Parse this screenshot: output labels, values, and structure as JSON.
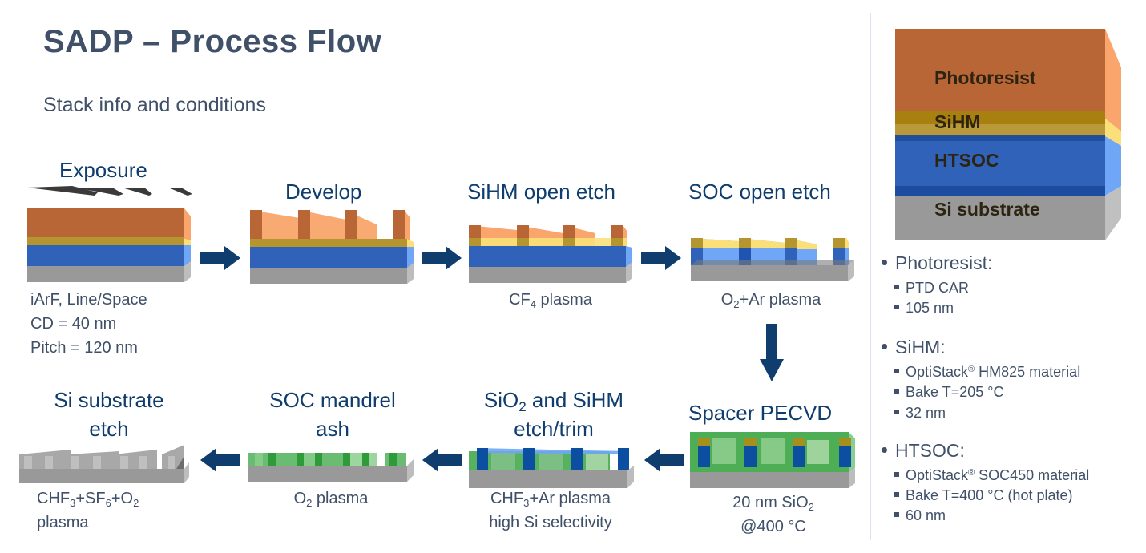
{
  "slide": {
    "title": "SADP – Process Flow",
    "subtitle": "Stack info and conditions"
  },
  "colors": {
    "photoresist": "#b96637",
    "photoresist_light": "#f9a56c",
    "sihm": "#b5952f",
    "sihm_light": "#fbe07a",
    "htsoc": "#2f62b8",
    "htsoc_light": "#6fa6f5",
    "si_substrate": "#999999",
    "spacer_sio2": "#3aa544",
    "arrow": "#0e3d6e",
    "title_text": "#3f5068",
    "step_title_text": "#0e3d6e"
  },
  "steps": [
    {
      "id": "exposure",
      "title": "Exposure",
      "conditions": [
        "iArF, Line/Space",
        "CD = 40 nm",
        "Pitch = 120 nm"
      ]
    },
    {
      "id": "develop",
      "title": "Develop",
      "conditions": []
    },
    {
      "id": "sihm-open-etch",
      "title": "SiHM open etch",
      "conditions": [
        "CF|4| plasma"
      ]
    },
    {
      "id": "soc-open-etch",
      "title": "SOC open etch",
      "conditions": [
        "O|2|+Ar plasma"
      ]
    },
    {
      "id": "spacer-pecvd",
      "title": "Spacer PECVD",
      "conditions": [
        "20 nm SiO|2|",
        "@400 °C"
      ]
    },
    {
      "id": "sio2-sihm-etch-trim",
      "title_lines": [
        "SiO|2| and SiHM",
        "etch/trim"
      ],
      "conditions": [
        "CHF|3|+Ar plasma",
        "high Si selectivity"
      ]
    },
    {
      "id": "soc-mandrel-ash",
      "title_lines": [
        "SOC mandrel",
        "ash"
      ],
      "conditions": [
        "O|2| plasma"
      ]
    },
    {
      "id": "si-substrate-etch",
      "title_lines": [
        "Si substrate",
        "etch"
      ],
      "conditions": [
        "CHF|3|+SF|6|+O|2|",
        "plasma"
      ]
    }
  ],
  "stack_legend": {
    "layers": [
      "Photoresist",
      "SiHM",
      "HTSOC",
      "Si substrate"
    ]
  },
  "stack_notes": [
    {
      "heading": "Photoresist:",
      "items": [
        "PTD CAR",
        "105 nm"
      ]
    },
    {
      "heading": "SiHM:",
      "items": [
        "OptiStack^®^ HM825 material",
        "Bake T=205 °C",
        "32 nm"
      ]
    },
    {
      "heading": "HTSOC:",
      "items": [
        "OptiStack^®^ SOC450 material",
        "Bake T=400 °C (hot plate)",
        "60 nm"
      ]
    }
  ]
}
